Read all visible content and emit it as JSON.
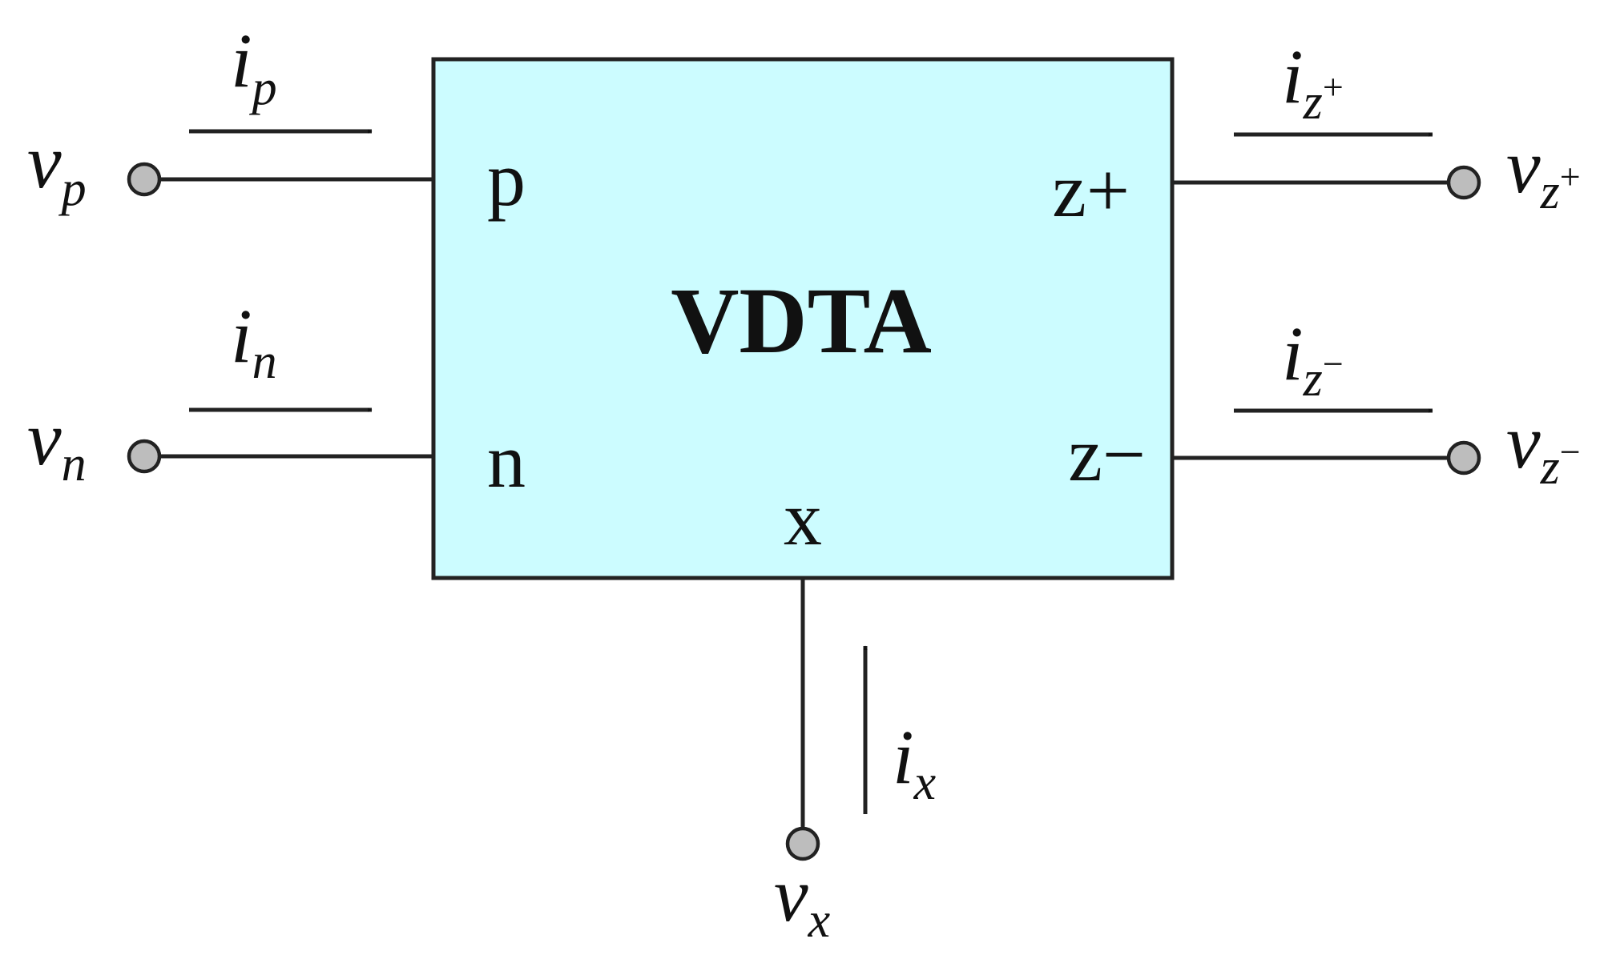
{
  "block": {
    "title": "VDTA",
    "fill_color": "#ccfcff",
    "ports": {
      "p": "p",
      "n": "n",
      "x": "x",
      "z_plus": "z+",
      "z_minus": "z−"
    }
  },
  "signals": {
    "vp": {
      "base": "v",
      "sub": "p",
      "sup": ""
    },
    "vn": {
      "base": "v",
      "sub": "n",
      "sup": ""
    },
    "vx": {
      "base": "v",
      "sub": "x",
      "sup": ""
    },
    "vzplus": {
      "base": "v",
      "sub": "z",
      "sup": "+"
    },
    "vzminus": {
      "base": "v",
      "sub": "z",
      "sup": "−"
    },
    "ip": {
      "base": "i",
      "sub": "p",
      "sup": ""
    },
    "in": {
      "base": "i",
      "sub": "n",
      "sup": ""
    },
    "ix": {
      "base": "i",
      "sub": "x",
      "sup": ""
    },
    "izplus": {
      "base": "i",
      "sub": "z",
      "sup": "+"
    },
    "izminus": {
      "base": "i",
      "sub": "z",
      "sup": "−"
    }
  }
}
